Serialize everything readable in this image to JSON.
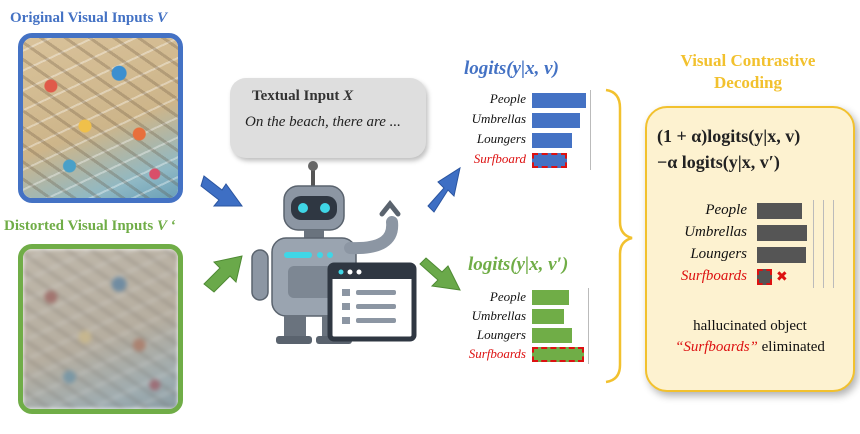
{
  "original_title": "Original Visual Inputs ",
  "original_symbol": "V",
  "distorted_title": "Distorted Visual Inputs ",
  "distorted_symbol": "V ‘",
  "textual_input": {
    "heading": "Textual Input ",
    "heading_symbol": "X",
    "text": "On the beach, there are ..."
  },
  "logits_original": {
    "title": "logits(y|x, v)",
    "rows": [
      {
        "label": "People",
        "value": 1.0
      },
      {
        "label": "Umbrellas",
        "value": 0.88
      },
      {
        "label": "Loungers",
        "value": 0.74
      },
      {
        "label": "Surfboard",
        "value": 0.65,
        "hallucinated": true
      }
    ]
  },
  "logits_distorted": {
    "title": "logits(y|x, v′)",
    "rows": [
      {
        "label": "People",
        "value": 0.72
      },
      {
        "label": "Umbrellas",
        "value": 0.62
      },
      {
        "label": "Loungers",
        "value": 0.76
      },
      {
        "label": "Surfboards",
        "value": 1.0,
        "hallucinated": true
      }
    ]
  },
  "vcd": {
    "title_line1": "Visual Contrastive",
    "title_line2": "Decoding",
    "formula_line1": "(1 + α)logits(y|x, v)",
    "formula_line2": "−α logits(y|x, v′)",
    "rows": [
      {
        "label": "People",
        "value": 0.9
      },
      {
        "label": "Umbrellas",
        "value": 1.0
      },
      {
        "label": "Loungers",
        "value": 0.98
      },
      {
        "label": "Surfboards",
        "value": 0.3,
        "hallucinated": true,
        "eliminated": true
      }
    ],
    "x_mark": "✖",
    "note_line1": "hallucinated object",
    "note_quote": "“Surfboards”",
    "note_tail": " eliminated"
  },
  "colors": {
    "blue": "#4472c4",
    "green": "#70ad47",
    "gold": "#f2c12e",
    "red": "#d11111",
    "gray_bar": "#555555",
    "vcd_bg": "#fdf2d0"
  }
}
